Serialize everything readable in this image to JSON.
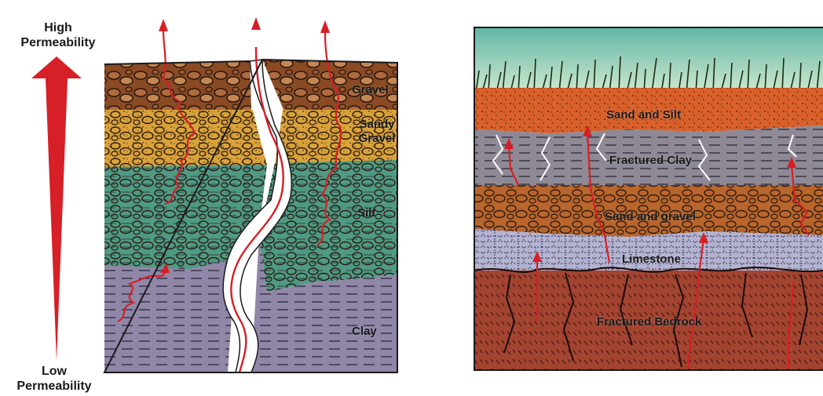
{
  "left_panel": {
    "axis": {
      "top_label_line1": "High",
      "top_label_line2": "Permeability",
      "bottom_label_line1": "Low",
      "bottom_label_line2": "Permeability"
    },
    "layers": [
      {
        "label": "Gravel",
        "color": "#8a4a24"
      },
      {
        "label": "Sandy Gravel",
        "color": "#d9a23a"
      },
      {
        "label": "Silt",
        "color": "#4f9a83"
      },
      {
        "label": "Clay",
        "color": "#8f86a8"
      }
    ]
  },
  "right_panel": {
    "layers": [
      {
        "label": "Sand and Silt",
        "color": "#d9602a"
      },
      {
        "label": "Fractured Clay",
        "color": "#8e8994"
      },
      {
        "label": "Sand and gravel",
        "color": "#b9652b"
      },
      {
        "label": "Limestone",
        "color": "#b4b4d2"
      },
      {
        "label": "Fractured Bedrock",
        "color": "#a34430"
      }
    ]
  },
  "colors": {
    "arrow": "#d61f26",
    "fracture_white": "#ffffff",
    "outline": "#1a1a1a"
  }
}
